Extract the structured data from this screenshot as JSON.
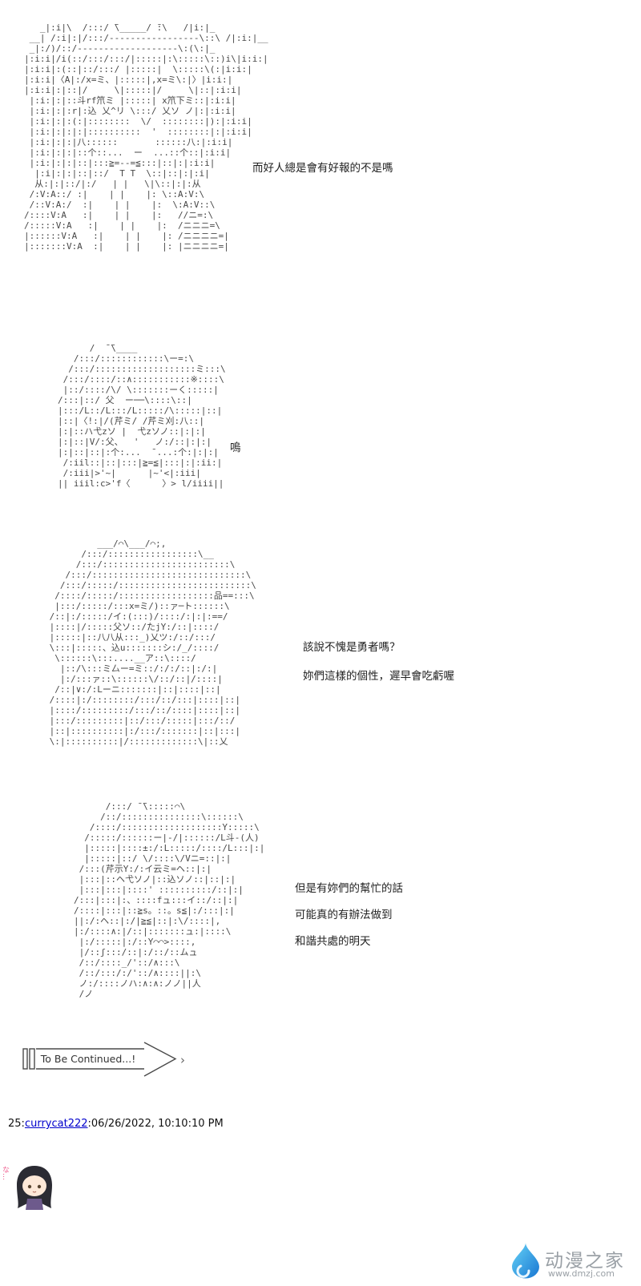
{
  "panels": [
    {
      "art": [
        "   _|:i|\\  /:::/ ̄\\_____/ ̄:\\   /|i:|_",
        " __| /:i|:|/:::/-----------------\\::\\ /|:i:|__",
        " _|:/)/::/-------------------\\:(\\:|_",
        "|:i:i|/i(::/:::/:::/|:::::|:\\:::::\\::)i\\|i:i:|",
        "|:i:i|:(::|::/:::/ |:::::|  \\:::::\\(:|i:i:|",
        "|:i:i|〈A|:/x=ミ、|:::::|,x=ミ\\:|〉|i:i:|",
        "|:i:i|:|::|/     \\|:::::|/     \\|::|:i:i|",
        " |:i:|:|::斗rf笊ミ |:::::| x笊下ミ::|:i:i|",
        " |:i:|:|:r|:込 乂^リ \\:::/ 乂ソ ノ|:|:i:i|",
        " |:i:|:|:(:|::::::::  \\/  ::::::::|):|:i:i|",
        " |:i:|:|:|:|::::::::::  '  ::::::::|:|:i:i|",
        " |:i:|:|:|八::::::       ::::::八:|:i:i|",
        " |:i:|:|:|::个::...  ー  ...::个::|:i:i|",
        " |:i:|:|:|::|:::≧=--=≦:::|::|:|:i:i|",
        "  |:i|:|:|::|::/  T T  \\::|::|:|:i|",
        "  从:|:|::/|:/   | |   \\|\\::|:|:从",
        " /:V:A::/ :|    | |    |: \\::A:V:\\",
        " /::V:A:/  :|    | |    |:  \\:A:V::\\",
        "/::::V:A   :|    | |    |:   //ニ=:\\",
        "/:::::V:A   :|    | |    |:  /ニニニ=\\",
        "|::::::V:A   :|    | |    |: /ニニニニ=|",
        "|:::::::V:A  :|    | |    |: |ニニニニ=|"
      ],
      "dialogue": [
        "而好人總是會有好報的不是嗎"
      ]
    },
    {
      "art": [
        "      /  ̄ ̄\\____",
        "   /:::/::::::::::::\\ー=:\\",
        "  /:::/:::::::::::::::::::ミ:::\\",
        " /:::/::::/::∧:::::::::::※::::\\",
        " |::/::::/\\/ \\:::::::ーく:::::|",
        "/:::|::/ 父  ー──\\::::\\::|",
        "|:::/L::/L:::/L:::::/\\:::::|::|",
        "|::|〈!:|/(芹ミ/ /芹ミ刈:八::|",
        "|:|::ハ弋zソ |  弋zソノ::|:|:|",
        "|:|::|V/:父、  '   ノ:/::|:|:|",
        "|:|::|::|:个:...  ̄ ...:个:|:|:|",
        " /:iil::|::|:::|≧=≦|:::|:|:ii:|",
        " /:iii|>'~|      |~'<|:iii|",
        "|| iiil:c>'f〈      〉> l/iiii||"
      ],
      "dialogue": [
        "嗚"
      ]
    },
    {
      "art": [
        "          ___/⌒\\___/⌒;,",
        "       /:::/:::::::::::::::::\\__",
        "      /:::/::::::::::::::::::::::::\\",
        "    /:::/:::::::::::::::::::::::::::::\\",
        "   /:::/:::::/:::::::::::::::::::::::::\\",
        "  /::::/:::::/::::::::::::::::::品==:::\\",
        "  |:::/:::::/:::x=ミ/)::ァ─ト::::::\\",
        " /::|:/:::::/イ:(:::)/::::/:|:|:==/",
        " |::::|/:::::父ソ::/たjY:/::|::::/",
        " |:::::|::八八从:::_)乂ツ:/::/:::/",
        " \\:::|:::::、込u:::::::シ:/_/::::/",
        "  \\::::::\\:::....__ア::\\::::/",
        "   |::/\\:::ミ厶ー=ミ::/:/:/::|:/:|",
        "   |:/:::ァ::\\::::::\\/::/::|/::::|",
        "  /::|∨:/:Lーニ:::::::|::|::::|::|",
        " /::::|:/::::::::/:::/::/:::|::::|::|",
        " |::::/:::::::::/:::/::/::::|::::|::|",
        " |:::/:::::::::|::/:::/:::::|:::/::/",
        " |::|::::::::::|:/:::/:::::::|::|:::|",
        " \\:|::::::::::|/:::::::::::::\\|::乂"
      ],
      "dialogue": [
        "該說不愧是勇者嗎？",
        "妳們這樣的個性，遲早會吃虧喔"
      ]
    },
    {
      "art": [
        "      /:::/ ̄ ̄\\:::::⌒\\",
        "     /::/:::::::::::::::\\::::::\\",
        "   /::::/:::::::::::::::::::Y:::::\\",
        "  /:::::/::::::ー|-/|::::::/L斗-(人)",
        "  |:::::|::::±:/:L:::::/::::/L:::|:|",
        "  |:::::|::/ \\/::::\\/Vニ=::|:|",
        " /:::(芹示Y:/:イ云ミ=ヘ::|:|",
        " |:::|::ヘ弋ソノ|::込ソノ::|::|:|",
        " |:::|:::|::::' ::::::::::/::|:|",
        "/:::|:::|:、::::fュ:::イ::/::|:|",
        "/::::|:::|::≧s。::。s≦|:/:::|:|",
        "||:/:ヘ::|:/|≧≦|::|:\\/::::|,",
        "|:/::::∧:|/::|:::::::ュ:|::::\\",
        " |:/:::::|:/::Y⌒⌒>::::,",
        " |/::ʃ:::/::|:/::/::ムュ",
        " /::/::::_/'::/∧:::\\",
        " /::/:::/:/'::/∧::::||:\\",
        " ノ:/::::ノハ:∧:∧:ノノ||人",
        " /ノ"
      ],
      "dialogue": [
        "但是有妳們的幫忙的話",
        "可能真的有辦法做到",
        "和諧共處的明天"
      ]
    }
  ],
  "banner": {
    "label": "To Be Continued...!",
    "arrow_glyph": "›"
  },
  "footer": {
    "post_number": "25",
    "separator": ":",
    "author": "currycat222",
    "timestamp": "06/26/2022, 10:10:10 PM"
  },
  "sticker": {
    "side_text": "な…"
  },
  "watermark": {
    "site_name": "动漫之家",
    "site_url": "www.dmzj.com"
  },
  "colors": {
    "art": "#474747",
    "link": "#0000cc",
    "drop_light": "#66d4f7",
    "drop_dark": "#1976d2",
    "gray_text": "#9aa0a6"
  }
}
